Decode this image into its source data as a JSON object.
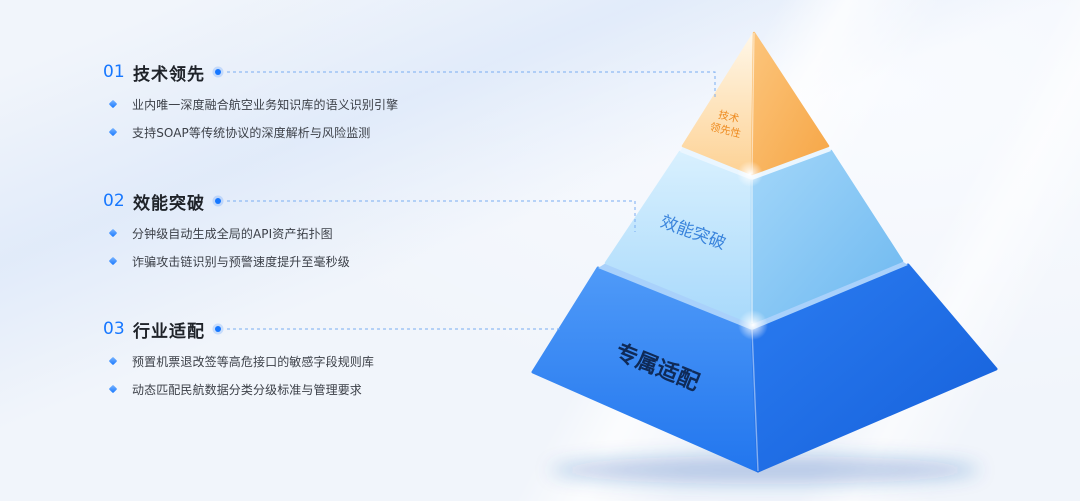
{
  "sections": [
    {
      "number": "01",
      "title": "技术领先",
      "bullets": [
        "业内唯一深度融合航空业务知识库的语义识别引擎",
        "支持SOAP等传统协议的深度解析与风险监测"
      ]
    },
    {
      "number": "02",
      "title": "效能突破",
      "bullets": [
        "分钟级自动生成全局的API资产拓扑图",
        "诈骗攻击链识别与预警速度提升至毫秒级"
      ]
    },
    {
      "number": "03",
      "title": "行业适配",
      "bullets": [
        "预置机票退改签等高危接口的敏感字段规则库",
        "动态匹配民航数据分类分级标准与管理要求"
      ]
    }
  ],
  "pyramid": {
    "top": {
      "label_lines": [
        "技术",
        "领先性"
      ]
    },
    "middle": {
      "label": "效能突破"
    },
    "bottom": {
      "label": "专属适配"
    }
  },
  "icons": {
    "bullet": "diamond-bullet-icon",
    "heading_marker": "dot-icon"
  },
  "colors": {
    "accent": "#1677ff",
    "title": "#1f2329",
    "body": "#3c4048",
    "connector": "#79adf2",
    "tier_top": "#f9b766",
    "tier_middle": "#8fcdf6",
    "tier_bottom": "#1f72ea",
    "label_top": "#ee8a1f",
    "label_middle": "#3a84dc",
    "label_bottom": "#0f2a57"
  }
}
